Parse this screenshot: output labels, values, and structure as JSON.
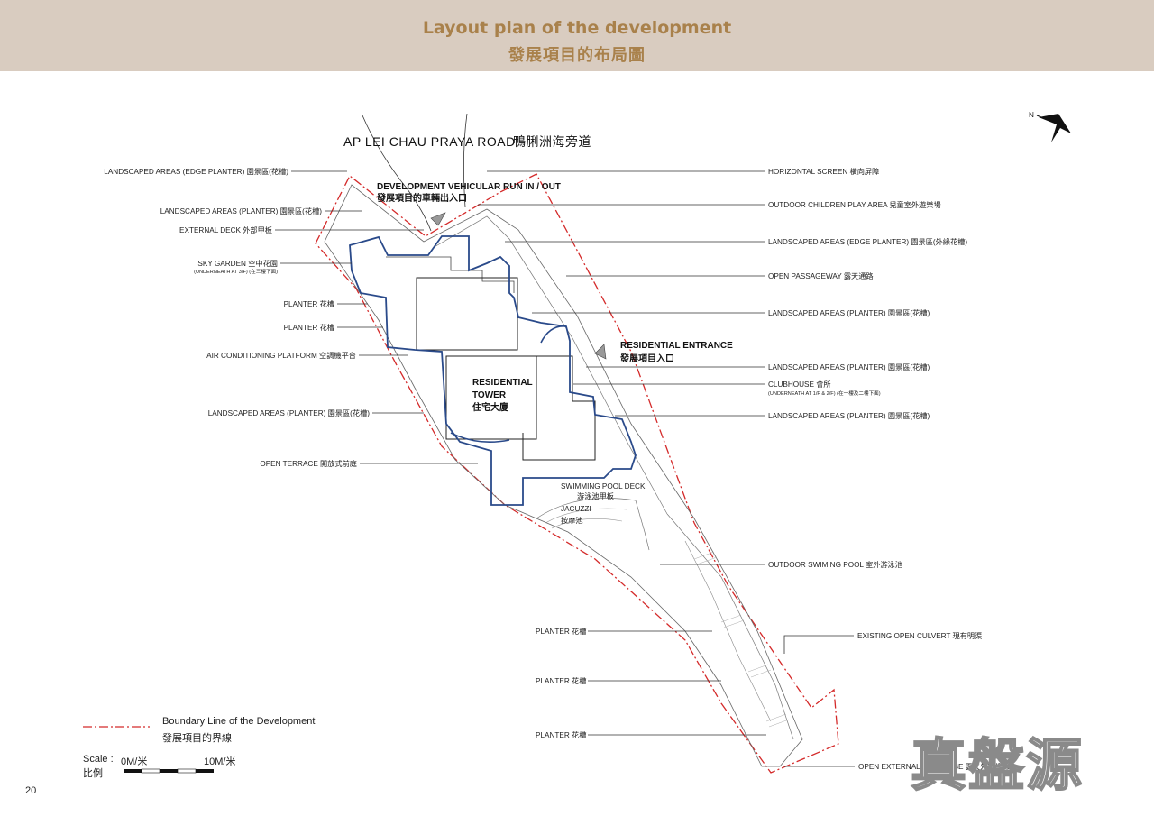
{
  "header": {
    "title_en": "Layout plan of the development",
    "title_zh": "發展項目的布局圖"
  },
  "road": "AP LEI CHAU PRAYA ROAD",
  "road_zh": "鴨脷洲海旁道",
  "north_label": "N",
  "plan_labels": {
    "vehicular_en": "DEVELOPMENT VEHICULAR RUN IN / OUT",
    "vehicular_zh": "發展項目的車輛出入口",
    "res_entrance_en": "RESIDENTIAL ENTRANCE",
    "res_entrance_zh": "發展項目入口",
    "tower_1": "RESIDENTIAL",
    "tower_2": "TOWER",
    "tower_zh": "住宅大廈",
    "pool_deck_en": "SWIMMING POOL DECK",
    "pool_deck_zh": "游泳池甲板",
    "jacuzzi_en": "JACUZZI",
    "jacuzzi_zh": "按摩池"
  },
  "left_labels": [
    "LANDSCAPED AREAS (EDGE PLANTER) 園景區(花槽)",
    "LANDSCAPED AREAS (PLANTER) 園景區(花槽)",
    "EXTERNAL DECK 外部甲板",
    "SKY GARDEN 空中花園",
    "(UNDERNEATH AT 3/F) (在三樓下面)",
    "PLANTER 花槽",
    "PLANTER 花槽",
    "AIR CONDITIONING PLATFORM 空調機平台",
    "LANDSCAPED AREAS (PLANTER) 園景區(花槽)",
    "OPEN TERRACE 開放式前庭"
  ],
  "right_labels": [
    "HORIZONTAL SCREEN 橫向屏障",
    "OUTDOOR CHILDREN PLAY AREA 兒童室外遊樂場",
    "LANDSCAPED AREAS (EDGE PLANTER) 園景區(外緣花槽)",
    "OPEN PASSAGEWAY 露天通路",
    "LANDSCAPED AREAS (PLANTER) 園景區(花槽)",
    "LANDSCAPED AREAS (PLANTER) 園景區(花槽)",
    "CLUBHOUSE 會所",
    "(UNDERNEATH AT 1/F & 2/F) (在一樓及二樓下面)",
    "LANDSCAPED AREAS (PLANTER) 園景區(花槽)",
    "OUTDOOR SWIMING POOL 室外游泳池",
    "EXISTING OPEN CULVERT 現有明渠",
    "OPEN EXTERNAL STAIRCASE 露天外部樓梯"
  ],
  "bottom_labels": [
    "PLANTER 花槽",
    "PLANTER 花槽",
    "PLANTER 花槽"
  ],
  "legend": {
    "boundary_en": "Boundary Line of the Development",
    "boundary_zh": "發展項目的界線"
  },
  "scale": {
    "label": "Scale :",
    "label_zh": "比例",
    "start": "0M/米",
    "end": "10M/米"
  },
  "page_number": "20",
  "watermark": "真盤源",
  "colors": {
    "header_bg": "#d9ccc0",
    "title": "#a9814b",
    "boundary": "#d42a2a",
    "building": "#2a4a8a"
  }
}
